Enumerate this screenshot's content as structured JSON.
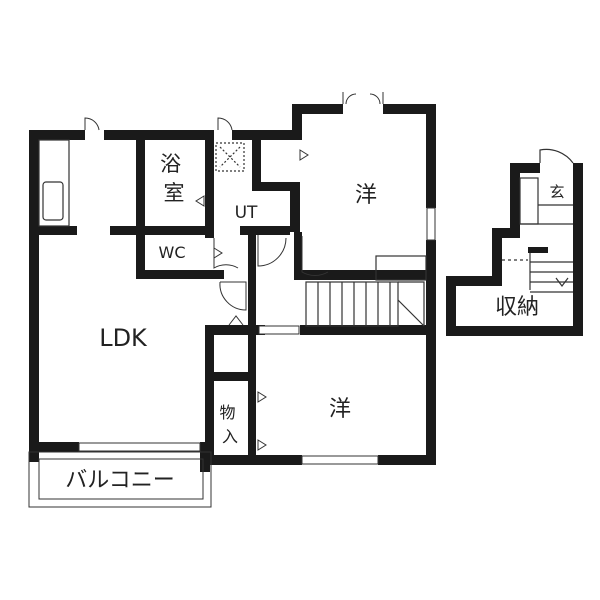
{
  "rooms": {
    "ldk": "LDK",
    "bath": "浴\n室",
    "ut": "UT",
    "wc": "WC",
    "western_upper": "洋",
    "western_lower": "洋",
    "storage_closet": "物\n入",
    "balcony": "バルコニー",
    "entrance": "玄",
    "storage": "収納"
  }
}
